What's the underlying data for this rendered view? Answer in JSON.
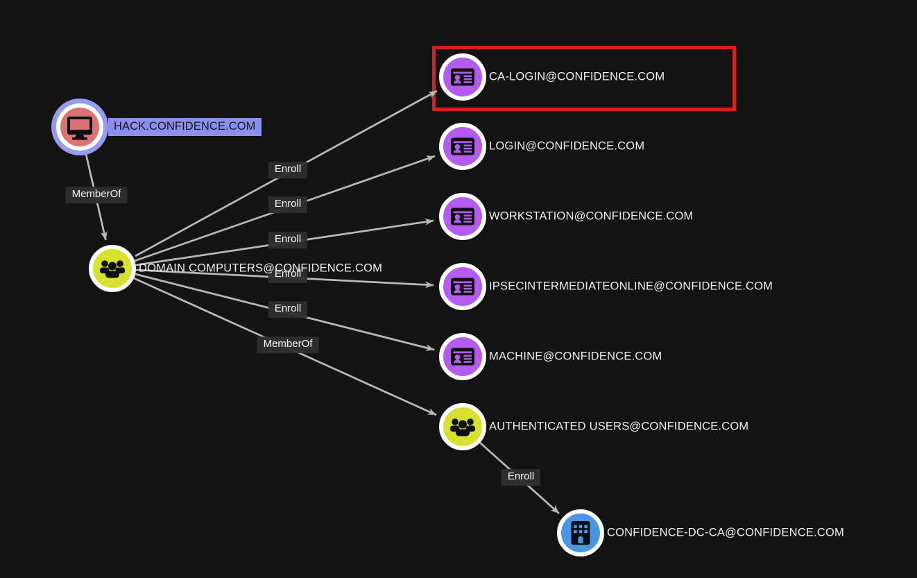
{
  "app": {
    "view": "attack-path-graph"
  },
  "graph": {
    "nodes": [
      {
        "id": "hack",
        "label": "HACK.CONFIDENCE.COM",
        "type": "computer",
        "color": "#dc7373",
        "selected": true
      },
      {
        "id": "domain-computers",
        "label": "DOMAIN COMPUTERS@CONFIDENCE.COM",
        "type": "group",
        "color": "#d8e22e",
        "selected": false
      },
      {
        "id": "ca-login",
        "label": "CA-LOGIN@CONFIDENCE.COM",
        "type": "cert-template",
        "color": "#b35cef",
        "highlighted": true
      },
      {
        "id": "login",
        "label": "LOGIN@CONFIDENCE.COM",
        "type": "cert-template",
        "color": "#b35cef"
      },
      {
        "id": "workstation",
        "label": "WORKSTATION@CONFIDENCE.COM",
        "type": "cert-template",
        "color": "#b35cef"
      },
      {
        "id": "ipsecintermediateonline",
        "label": "IPSECINTERMEDIATEONLINE@CONFIDENCE.COM",
        "type": "cert-template",
        "color": "#b35cef"
      },
      {
        "id": "machine",
        "label": "MACHINE@CONFIDENCE.COM",
        "type": "cert-template",
        "color": "#b35cef"
      },
      {
        "id": "auth-users",
        "label": "AUTHENTICATED USERS@CONFIDENCE.COM",
        "type": "group",
        "color": "#d8e22e"
      },
      {
        "id": "dc-ca",
        "label": "CONFIDENCE-DC-CA@CONFIDENCE.COM",
        "type": "certificate-authority",
        "color": "#4897e6"
      }
    ],
    "edges": [
      {
        "from": "hack",
        "to": "domain-computers",
        "label": "MemberOf"
      },
      {
        "from": "domain-computers",
        "to": "ca-login",
        "label": "Enroll"
      },
      {
        "from": "domain-computers",
        "to": "login",
        "label": "Enroll"
      },
      {
        "from": "domain-computers",
        "to": "workstation",
        "label": "Enroll"
      },
      {
        "from": "domain-computers",
        "to": "ipsecintermediateonline",
        "label": "Enroll"
      },
      {
        "from": "domain-computers",
        "to": "machine",
        "label": "Enroll"
      },
      {
        "from": "domain-computers",
        "to": "auth-users",
        "label": "MemberOf"
      },
      {
        "from": "auth-users",
        "to": "dc-ca",
        "label": "Enroll"
      }
    ],
    "colors": {
      "background": "#131313",
      "edge": "#c6c6c6",
      "edge_label_bg": "#2d2d2d",
      "node_ring": "#ffffff",
      "selection_ring": "#979bf2",
      "selection_label_bg": "#8a8ff0",
      "highlight_box": "#d81e1e",
      "computer_node": "#dc7373",
      "group_node": "#d8e22e",
      "cert_template_node": "#b35cef",
      "ca_node": "#4897e6",
      "icon": "#0e0e0e"
    }
  }
}
